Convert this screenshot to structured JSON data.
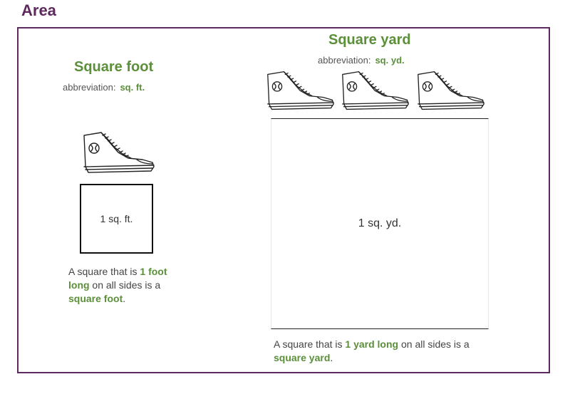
{
  "page_title": "Area",
  "square_foot": {
    "heading": "Square foot",
    "abbr_label": "abbreviation:",
    "abbr_value": "sq. ft.",
    "box_label": "1 sq. ft.",
    "caption": {
      "pre": "A square that is ",
      "em1": "1 foot long",
      "mid": " on all sides is a ",
      "em2": "square foot",
      "post": "."
    }
  },
  "square_yard": {
    "heading": "Square yard",
    "abbr_label": "abbreviation:",
    "abbr_value": "sq. yd.",
    "box_label": "1 sq. yd.",
    "caption": {
      "pre": "A square that is ",
      "em1": "1 yard long",
      "mid": " on all sides is a ",
      "em2": "square yard",
      "post": "."
    }
  }
}
